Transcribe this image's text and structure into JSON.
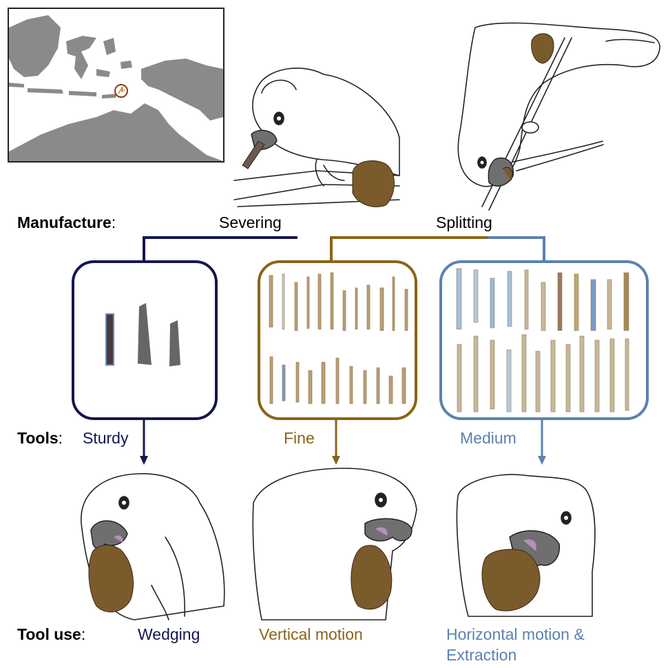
{
  "colors": {
    "sturdy": "#141650",
    "fine": "#8a6418",
    "medium": "#5a82b0",
    "land": "#8a8a8a",
    "nut": "#7b5a2c",
    "beak": "#6f6f6f",
    "tongue": "#b292b8"
  },
  "labels": {
    "manufacture_heading": "Manufacture",
    "manufacture_colon": ":",
    "severing": "Severing",
    "splitting": "Splitting",
    "tools_heading": "Tools",
    "tools_colon": ":",
    "tool_sturdy": "Sturdy",
    "tool_fine": "Fine",
    "tool_medium": "Medium",
    "tooluse_heading": "Tool use",
    "tooluse_colon": ":",
    "use_wedging": "Wedging",
    "use_vertical": "Vertical motion",
    "use_horizontal_line1": "Horizontal motion &",
    "use_horizontal_line2": "Extraction"
  },
  "icons": {
    "map": "island-map-icon",
    "parrot_severing": "cockatoo-severing-illustration",
    "parrot_splitting": "cockatoo-splitting-illustration",
    "parrot_wedging": "cockatoo-wedging-illustration",
    "parrot_vertical": "cockatoo-vertical-illustration",
    "parrot_horizontal": "cockatoo-horizontal-illustration"
  }
}
